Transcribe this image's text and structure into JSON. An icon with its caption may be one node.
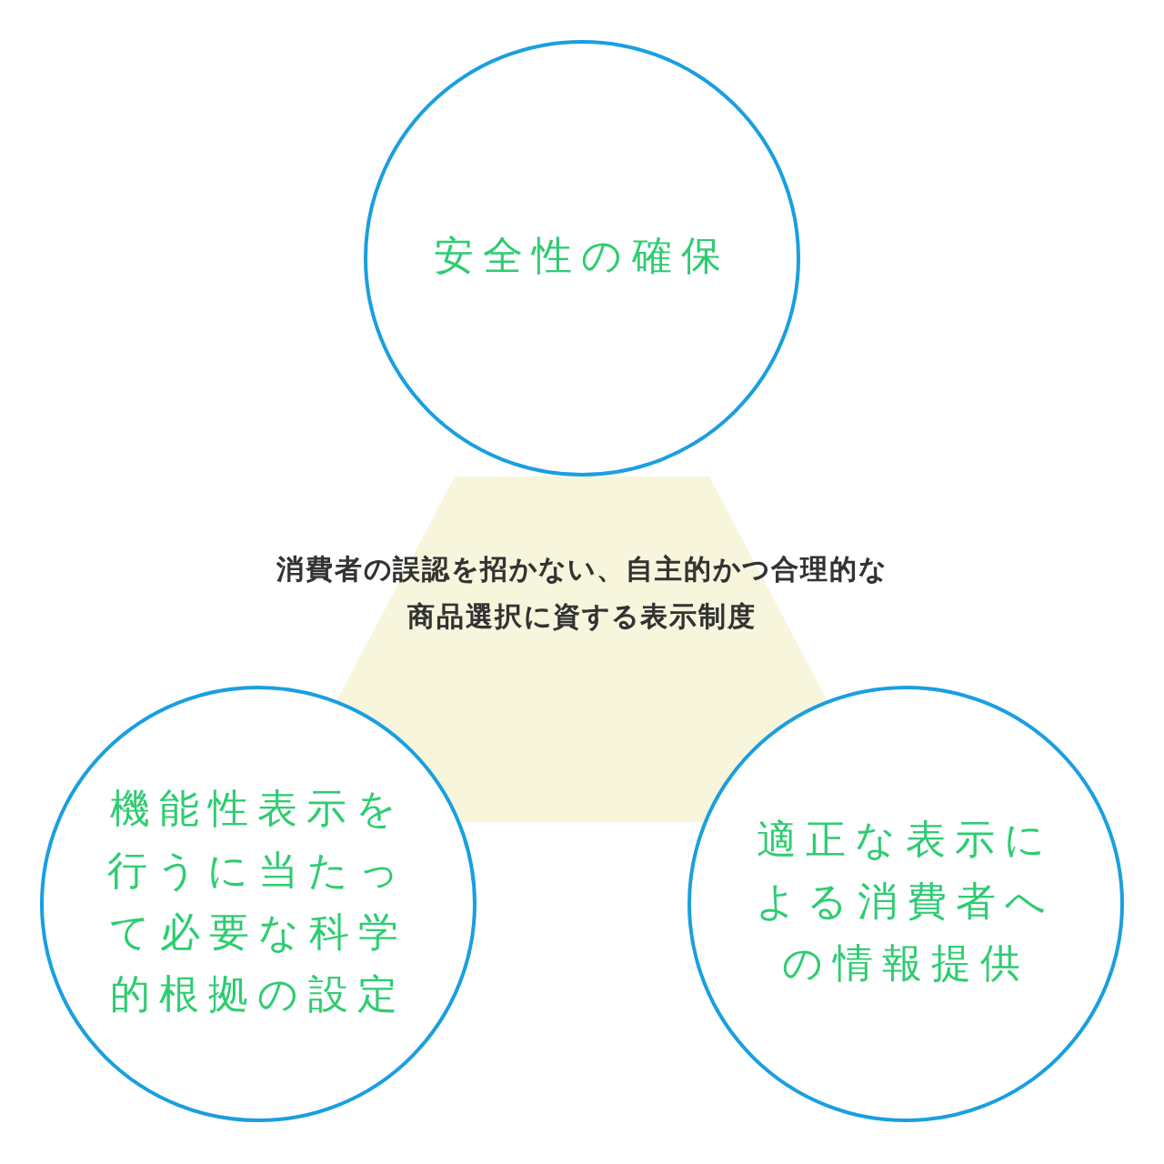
{
  "diagram": {
    "nodes": [
      {
        "text": [
          "安全性の確保"
        ]
      },
      {
        "text": [
          "消費者の誤認を招かない、自主的かつ合理的な商品選択に資する表示制度"
        ]
      },
      {
        "text": [
          "機能性表示を行うに当たって必要な科学的根拠の設定"
        ]
      },
      {
        "text": [
          "適正な表示による消費者への情報提供"
        ]
      }
    ],
    "edges": []
  }
}
